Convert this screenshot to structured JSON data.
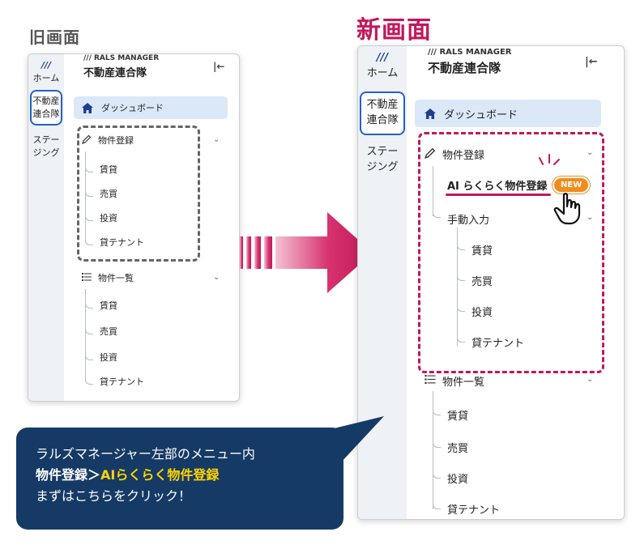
{
  "headings": {
    "old": "旧画面",
    "new": "新画面"
  },
  "rail": {
    "logo": "///",
    "home": "ホーム",
    "union_line1": "不動産",
    "union_line2": "連合隊",
    "staging_line1": "ステー",
    "staging_line2": "ジング"
  },
  "brand": {
    "small": "/// RALS MANAGER",
    "main": "不動産連合隊",
    "collapse": "|←"
  },
  "nav": {
    "dashboard": "ダッシュボード",
    "bukken_touroku": "物件登録",
    "bukken_ichiran": "物件一覧",
    "ai_touroku": "AI らくらく物件登録",
    "new_badge": "NEW",
    "manual": "手動入力",
    "sub": [
      "賃貸",
      "売買",
      "投資",
      "貸テナント"
    ]
  },
  "callout": {
    "line1": "ラルズマネージャー左部のメニュー内",
    "line2_a": "物件登録＞",
    "line2_b": "AIらくらく物件登録",
    "line3": "まずはこちらをクリック！"
  },
  "colors": {
    "accent": "#c2185b",
    "navy": "#163a66",
    "badge": "#f08c1e",
    "highlight": "#ffd400",
    "link_blue": "#1f62c7"
  },
  "icons": [
    "home-icon",
    "pencil-icon",
    "list-icon",
    "chevron-down-icon",
    "collapse-icon",
    "hand-pointer-icon",
    "arrow-right-icon"
  ]
}
